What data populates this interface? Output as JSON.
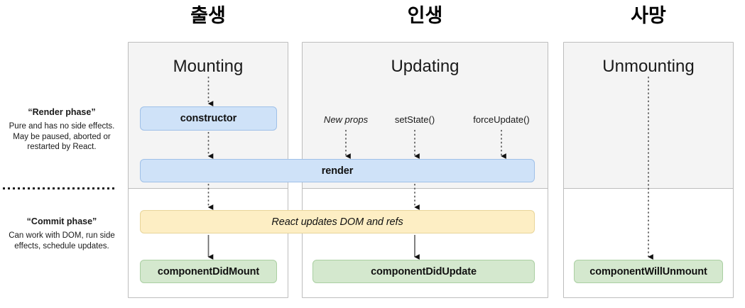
{
  "headers": [
    {
      "label": "출생",
      "name": "birth"
    },
    {
      "label": "인생",
      "name": "life"
    },
    {
      "label": "사망",
      "name": "death"
    }
  ],
  "panels": {
    "mounting": {
      "title": "Mounting"
    },
    "updating": {
      "title": "Updating"
    },
    "unmounting": {
      "title": "Unmounting"
    }
  },
  "side_annotations": {
    "render": {
      "title": "“Render phase”",
      "body": "Pure and has no side effects. May be paused, aborted or restarted by React."
    },
    "commit": {
      "title": "“Commit phase”",
      "body": "Can work with DOM, run side effects, schedule updates."
    }
  },
  "triggers": [
    {
      "label": "New props",
      "style": "italic"
    },
    {
      "label": "setState()",
      "style": "normal"
    },
    {
      "label": "forceUpdate()",
      "style": "normal"
    }
  ],
  "boxes": {
    "constructor": "constructor",
    "render": "render",
    "react_updates": "React updates DOM and refs",
    "component_did_mount": "componentDidMount",
    "component_did_update": "componentDidUpdate",
    "component_will_unmount": "componentWillUnmount"
  },
  "colors": {
    "blue_fill": "#cfe2f8",
    "blue_border": "#9fc0e8",
    "yellow_fill": "#fdeec4",
    "yellow_border": "#e8d59a",
    "green_fill": "#d4e8ce",
    "green_border": "#aacfa2",
    "panel_top_fill": "#f4f4f4",
    "panel_border": "#bdbdbd",
    "text": "#1a1a1a"
  }
}
